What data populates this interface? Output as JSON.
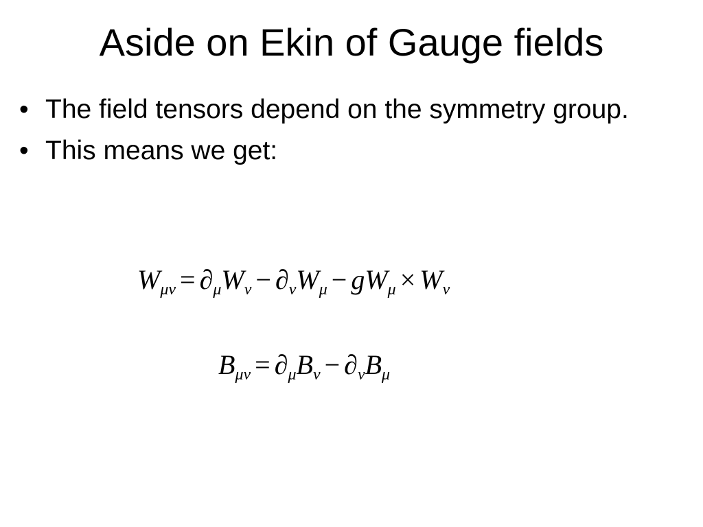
{
  "slide": {
    "title": "Aside on Ekin of Gauge fields",
    "bullets": [
      {
        "marker": "•",
        "text": "The field tensors depend on the symmetry group."
      },
      {
        "marker": "•",
        "text": "This means we get:"
      }
    ],
    "equations": [
      {
        "parts": [
          "W",
          "μν",
          "=",
          "∂",
          "μ",
          "W",
          "ν",
          "−",
          "∂",
          "ν",
          "W",
          "μ",
          "−",
          "g",
          "W",
          "μ",
          "×",
          "W",
          "ν"
        ]
      },
      {
        "parts": [
          "B",
          "μν",
          "=",
          "∂",
          "μ",
          "B",
          "ν",
          "−",
          "∂",
          "ν",
          "B",
          "μ"
        ]
      }
    ]
  }
}
